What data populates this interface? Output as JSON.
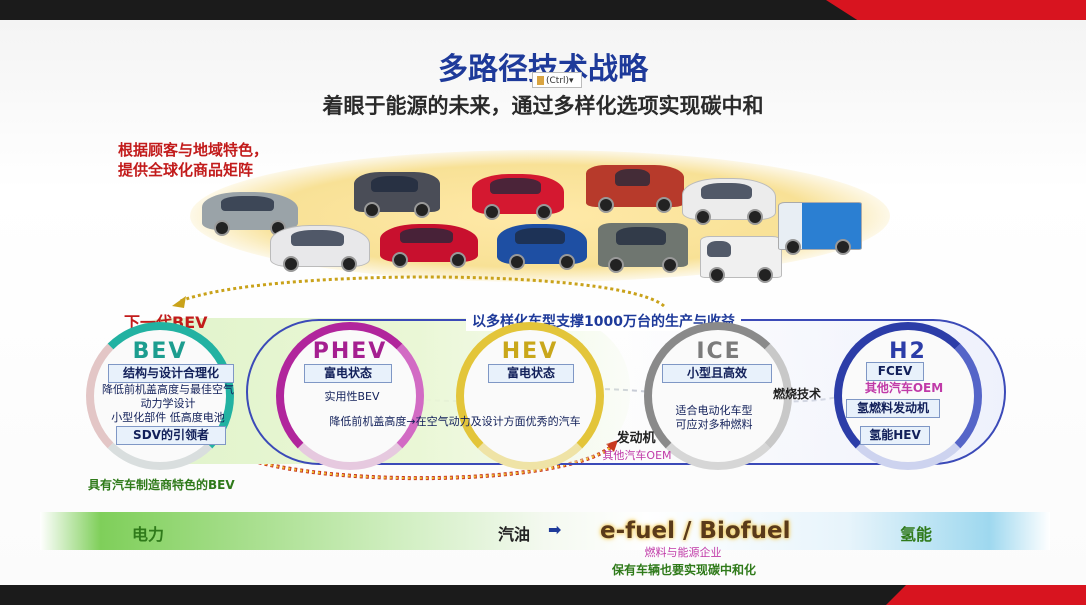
{
  "title": "多路径技术战略",
  "subtitle": "着眼于能源的未来，通过多样化选项实现碳中和",
  "ctrl_popup": "(Ctrl)▾",
  "lead_text": [
    "根据顾客与地域特色，",
    "提供全球化商品矩阵"
  ],
  "next_bev_label": "下一代BEV",
  "oval_title": "以多样化车型支撑1000万台的生产与收益",
  "bev": {
    "label": "BEV",
    "tags": [
      "结构与设计合理化",
      "SDV的引领者"
    ],
    "notes": [
      "降低前机盖高度与最佳空气",
      "动力学设计",
      "小型化部件 低高度电池"
    ],
    "color": "#22b2a2"
  },
  "phev": {
    "label": "PHEV",
    "tag": "富电状态",
    "note": "实用性BEV",
    "color": "#b1259c"
  },
  "hev": {
    "label": "HEV",
    "tag": "富电状态",
    "color": "#e3c53a"
  },
  "shared_note": "降低前机盖高度→在空气动力及设计方面优秀的汽车",
  "ice": {
    "label": "ICE",
    "tag": "小型且高效",
    "notes": [
      "适合电动化车型",
      "可应对多种燃料"
    ],
    "color": "#8a8a8a"
  },
  "combustion_tech": "燃烧技术",
  "engine_label": "发动机",
  "engine_oem": "其他汽车OEM",
  "h2": {
    "label": "H2",
    "fcev": "FCEV",
    "oem": "其他汽车OEM",
    "tags": [
      "氢燃料发动机",
      "氢能HEV"
    ],
    "color": "#2c3da8"
  },
  "bev_brand_note": "具有汽车制造商特色的BEV",
  "energy_band": {
    "electric": "电力",
    "gasoline": "汽油",
    "arrow": "➡",
    "efuel": "e-fuel / Biofuel",
    "efuel_note": "燃料与能源企业",
    "carbon_note": "保有车辆也要实现碳中和化",
    "hydrogen": "氢能"
  },
  "colors": {
    "title_blue": "#1e3a9a",
    "accent_red": "#c21b1b",
    "green_text": "#2f7a1a",
    "magenta": "#c03aa8"
  }
}
